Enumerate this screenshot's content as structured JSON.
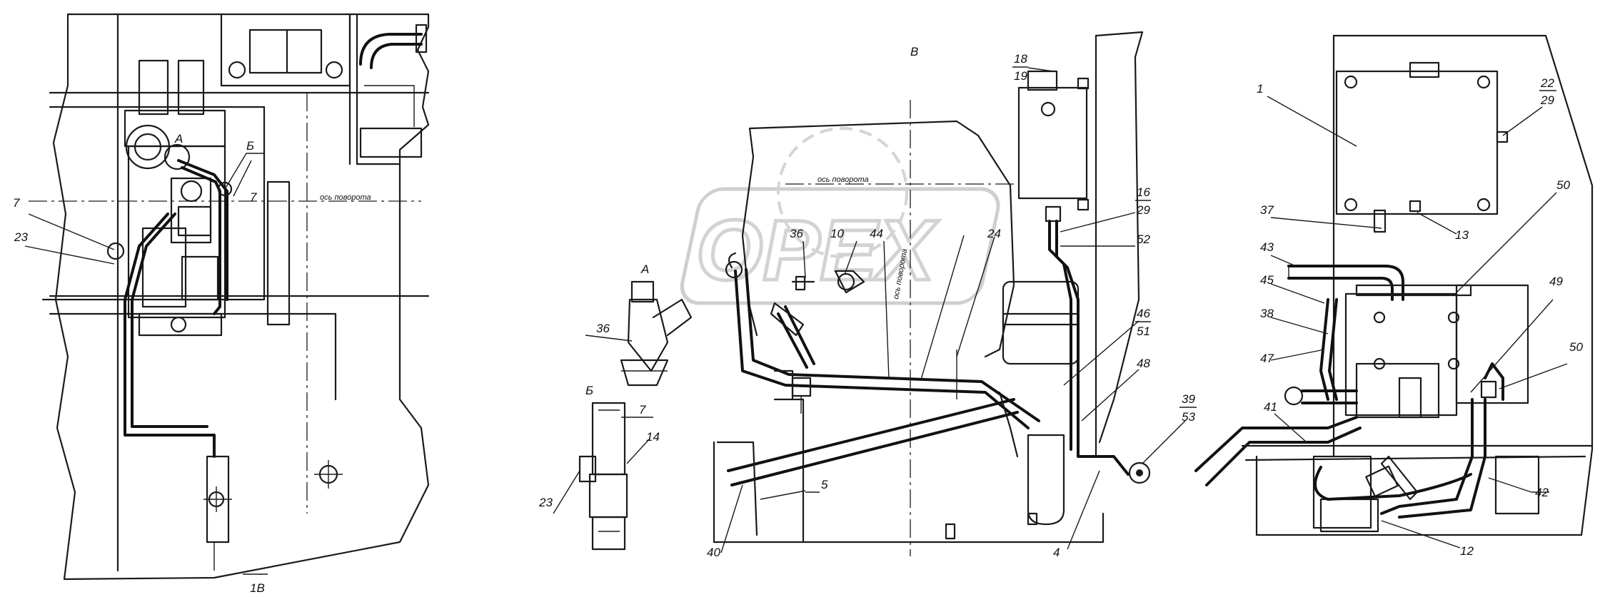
{
  "views": {
    "view_b_title": "В",
    "bottom_left_mark": "1В",
    "detail_a_title": "А",
    "detail_b_title": "Б",
    "left_a_callout": "А",
    "left_b_callout": "Б"
  },
  "annotations": {
    "turn_axis_left": "ось поворота",
    "turn_axis_top": "ось поворота",
    "turn_axis_vertical": "ось поворота"
  },
  "watermark": {
    "text": "OPEX"
  },
  "callouts": {
    "c7a": "7",
    "c7b": "7",
    "c23a": "23",
    "c7c": "7",
    "c14": "14",
    "c23b": "23",
    "c36a": "36",
    "c18": "18",
    "c19": "19",
    "c16": "16",
    "c29a": "29",
    "c52": "52",
    "c36b": "36",
    "c10": "10",
    "c44": "44",
    "c24": "24",
    "c46": "46",
    "c51": "51",
    "c48": "48",
    "c39": "39",
    "c53": "53",
    "c5": "5",
    "c40": "40",
    "c4": "4",
    "c1": "1",
    "c22": "22",
    "c29b": "29",
    "c37": "37",
    "c13": "13",
    "c50a": "50",
    "c43": "43",
    "c45": "45",
    "c38": "38",
    "c47": "47",
    "c49": "49",
    "c50b": "50",
    "c41": "41",
    "c42": "42",
    "c12": "12"
  }
}
